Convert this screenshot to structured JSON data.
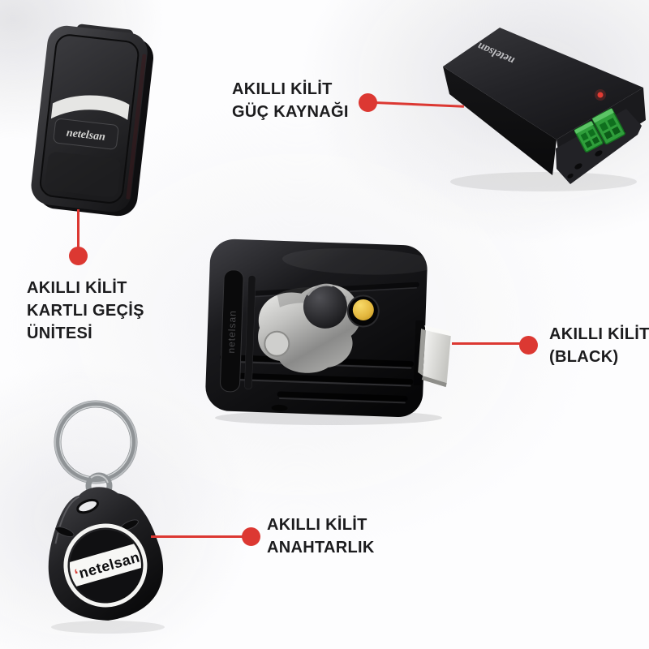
{
  "colors": {
    "accent_red": "#dc3832",
    "label_text": "#1c1c1e"
  },
  "brand": {
    "logo": "netelsan",
    "logo_tick": "ʻ"
  },
  "callouts": {
    "card_reader": {
      "lines": [
        "AKILLI KİLİT",
        "KARTLI GEÇİŞ",
        "ÜNİTESİ"
      ]
    },
    "power_supply": {
      "lines": [
        "AKILLI KİLİT",
        "GÜÇ KAYNAĞI"
      ]
    },
    "lock": {
      "lines": [
        "AKILLI KİLİT",
        "(BLACK)"
      ]
    },
    "keyfob": {
      "lines": [
        "AKILLI KİLİT",
        "ANAHTARLIK"
      ]
    }
  },
  "products": {
    "card_reader": {
      "logo": "netelsan"
    },
    "power_supply": {
      "logo": "netelsan"
    },
    "lock": {
      "logo": "netelsan"
    },
    "keyfob": {
      "logo": "netelsan",
      "logo_tick": "ʻ"
    }
  }
}
